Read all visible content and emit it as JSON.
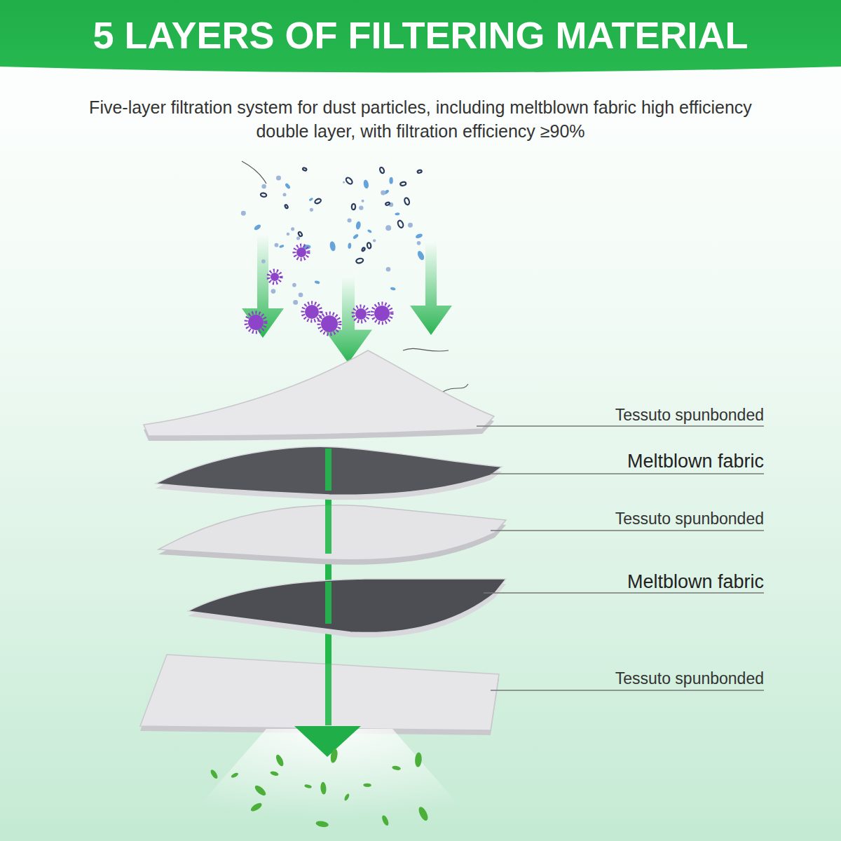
{
  "diagram": {
    "title": "5 LAYERS OF FILTERING MATERIAL",
    "labels": [
      "Five-layer filtration system for dust particles, including meltblown fabric high efficiency double layer, with filtration efficiency ≥90%",
      "Tessuto spunbonded",
      "Meltblown fabric",
      "Tessuto spunbonded",
      "Meltblown fabric",
      "Tessuto spunbonded"
    ]
  }
}
